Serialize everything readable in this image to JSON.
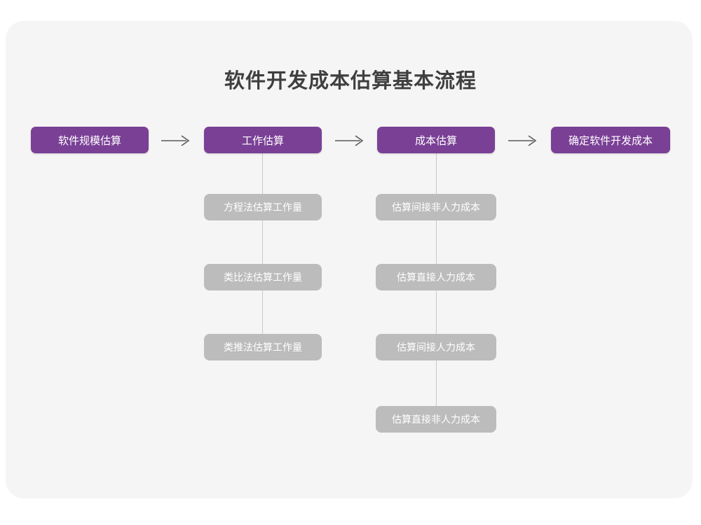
{
  "page": {
    "title": "软件开发成本估算基本流程",
    "background_color": "#ffffff",
    "card_color": "#f5f5f5"
  },
  "colors": {
    "primary_node": "#7a4096",
    "secondary_node": "#bcbcbc",
    "node_text": "#ffffff",
    "title_text": "#3f3f3f",
    "connector_line": "#c9c9c9",
    "arrow": "#5a5a5a"
  },
  "flow": {
    "main_steps": [
      {
        "label": "软件规模估算"
      },
      {
        "label": "工作估算"
      },
      {
        "label": "成本估算"
      },
      {
        "label": "确定软件开发成本"
      }
    ],
    "arrows": [
      {
        "glyph": "⟶"
      },
      {
        "glyph": "⟶"
      },
      {
        "glyph": "⟶"
      }
    ],
    "sub_steps_work": [
      {
        "label": "方程法估算工作量"
      },
      {
        "label": "类比法估算工作量"
      },
      {
        "label": "类推法估算工作量"
      }
    ],
    "sub_steps_cost": [
      {
        "label": "估算间接非人力成本"
      },
      {
        "label": "估算直接人力成本"
      },
      {
        "label": "估算间接人力成本"
      },
      {
        "label": "估算直接非人力成本"
      }
    ]
  }
}
